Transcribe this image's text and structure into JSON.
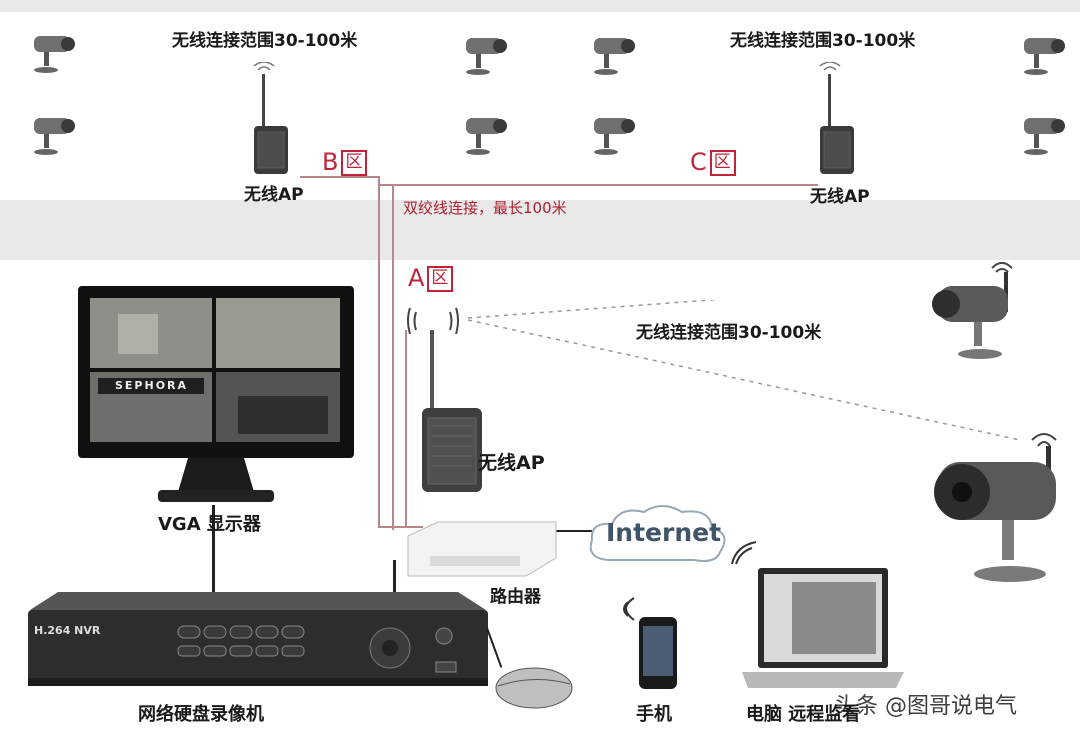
{
  "labels": {
    "range_top_left": "无线连接范围30-100米",
    "range_top_right": "无线连接范围30-100米",
    "range_right": "无线连接范围30-100米",
    "ap_b": "无线AP",
    "ap_c": "无线AP",
    "ap_a": "无线AP",
    "zone_b_letter": "B",
    "zone_b_char": "区",
    "zone_c_letter": "C",
    "zone_c_char": "区",
    "zone_a_letter": "A",
    "zone_a_char": "区",
    "twisted_pair": "双绞线连接，最长100米",
    "monitor": "VGA 显示器",
    "router": "路由器",
    "internet": "Internet",
    "nvr": "网络硬盘录像机",
    "phone": "手机",
    "pc": "电脑 远程监看",
    "nvr_brand": "H.264 NVR",
    "sephora": "SEPHORA",
    "watermark": "头条 @图哥说电气"
  },
  "colors": {
    "link": "#b9868c",
    "zone": "#c0243a",
    "band": "#e9e9e9",
    "device_dark": "#2b2b2b"
  },
  "icons": [
    "camera-icon",
    "wifi-icon",
    "access-point-icon",
    "monitor-icon",
    "router-icon",
    "cloud-icon",
    "nvr-icon",
    "mouse-icon",
    "phone-icon",
    "laptop-icon"
  ]
}
